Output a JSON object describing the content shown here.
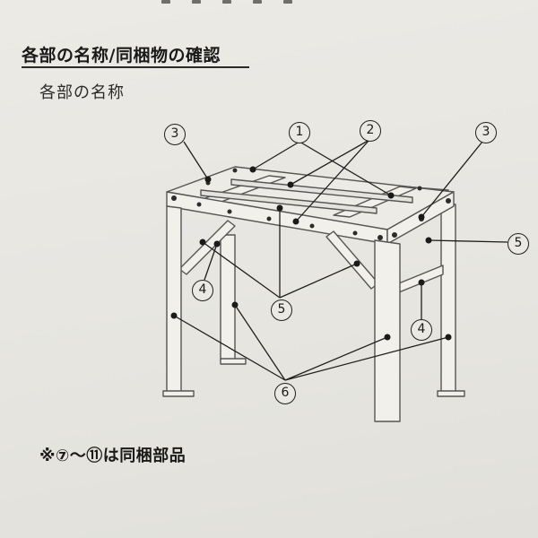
{
  "section": {
    "heading": "各部の名称/同梱物の確認",
    "subheading": "各部の名称"
  },
  "callouts": [
    {
      "id": "c3-left",
      "label": "3"
    },
    {
      "id": "c1",
      "label": "1"
    },
    {
      "id": "c2",
      "label": "2"
    },
    {
      "id": "c3-right",
      "label": "3"
    },
    {
      "id": "c5-right",
      "label": "5"
    },
    {
      "id": "c4-left",
      "label": "4"
    },
    {
      "id": "c5-center",
      "label": "5"
    },
    {
      "id": "c4-right",
      "label": "4"
    },
    {
      "id": "c6",
      "label": "6"
    }
  ],
  "note": "※⑦〜⑪は同梱部品",
  "colors": {
    "paper": "#e9e8e3",
    "frame_fill": "#f1f0eb",
    "frame_line": "#555555",
    "leader": "#1f1f1f"
  }
}
